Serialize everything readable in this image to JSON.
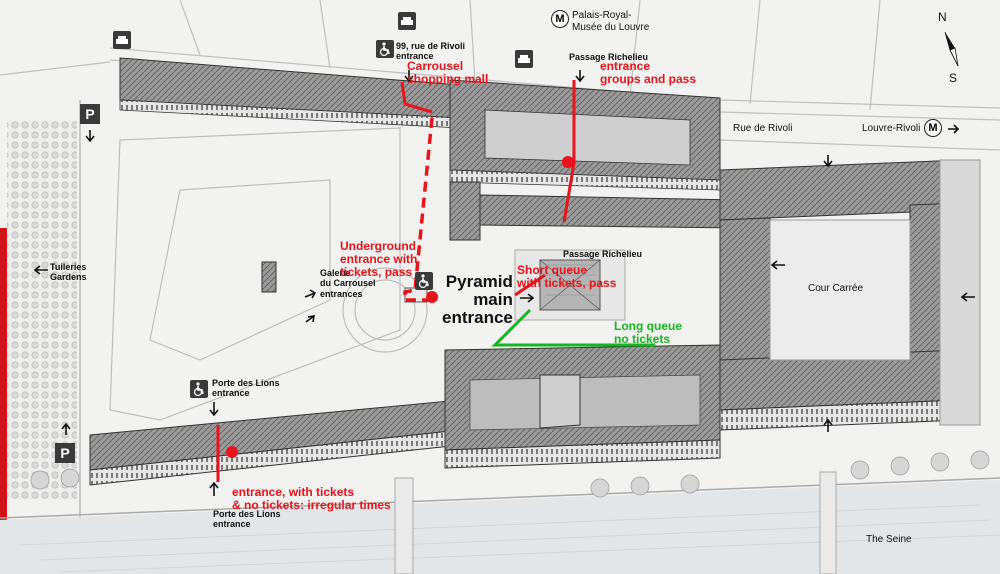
{
  "colors": {
    "red_marker": "#e8141b",
    "green_queue": "#17b521",
    "building_roof": "#8a8a8a",
    "river": "#dfe6ea"
  },
  "compass": {
    "north": "N",
    "south": "S"
  },
  "metro": {
    "symbol": "M",
    "palais_royal_line1": "Palais-Royal-",
    "palais_royal_line2": "Musée du Louvre",
    "louvre_rivoli": "Louvre-Rivoli"
  },
  "streets": {
    "rue_de_rivoli": "Rue de Rivoli",
    "seine": "The Seine",
    "cour_carree": "Cour Carrée"
  },
  "entrances": {
    "rivoli_99_line1": "99, rue de Rivoli",
    "rivoli_99_line2": "entrance",
    "passage_richelieu_top": "Passage Richelieu",
    "passage_richelieu_bottom": "Passage Richelieu",
    "tuileries_line1": "Tuileries",
    "tuileries_line2": "Gardens",
    "galerie_line1": "Galerie",
    "galerie_line2": "du Carrousel",
    "galerie_line3": "entrances",
    "porte_lions_top_line1": "Porte des Lions",
    "porte_lions_top_line2": "entrance",
    "porte_lions_bottom_line1": "Porte des Lions",
    "porte_lions_bottom_line2": "entrance"
  },
  "annotations": {
    "carrousel_line1": "Carrousel",
    "carrousel_line2": "shopping mall",
    "richelieu_red_line1": "entrance",
    "richelieu_red_line2": "groups and pass",
    "underground_line1": "Underground",
    "underground_line2": "entrance with",
    "underground_line3": "tickets, pass",
    "pyramid_line1": "Pyramid",
    "pyramid_line2": "main",
    "pyramid_line3": "entrance",
    "short_queue_line1": "Short queue",
    "short_queue_line2": "with tickets, pass",
    "long_queue_line1": "Long queue",
    "long_queue_line2": "no tickets",
    "lions_red_line1": "entrance, with tickets",
    "lions_red_line2": "& no tickets: irregular times"
  },
  "parking": {
    "label": "P"
  },
  "icons": [
    "taxi-icon",
    "wheelchair-icon",
    "parking-icon",
    "metro-icon",
    "arrow-icon"
  ]
}
